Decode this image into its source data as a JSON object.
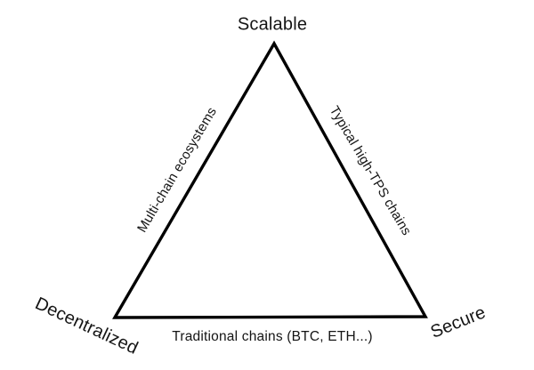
{
  "diagram": {
    "type": "triangle-trilemma",
    "colors": {
      "background": "#ffffff",
      "line": "#000000",
      "text": "#141414"
    },
    "vertices": {
      "top": {
        "label": "Scalable"
      },
      "bottom_left": {
        "label": "Decentralized"
      },
      "bottom_right": {
        "label": "Secure"
      }
    },
    "edges": {
      "left": {
        "label": "Multi-chain ecosystems"
      },
      "right": {
        "label": "Typical high-TPS chains"
      },
      "bottom": {
        "label": "Traditional chains (BTC, ETH...)"
      }
    }
  }
}
